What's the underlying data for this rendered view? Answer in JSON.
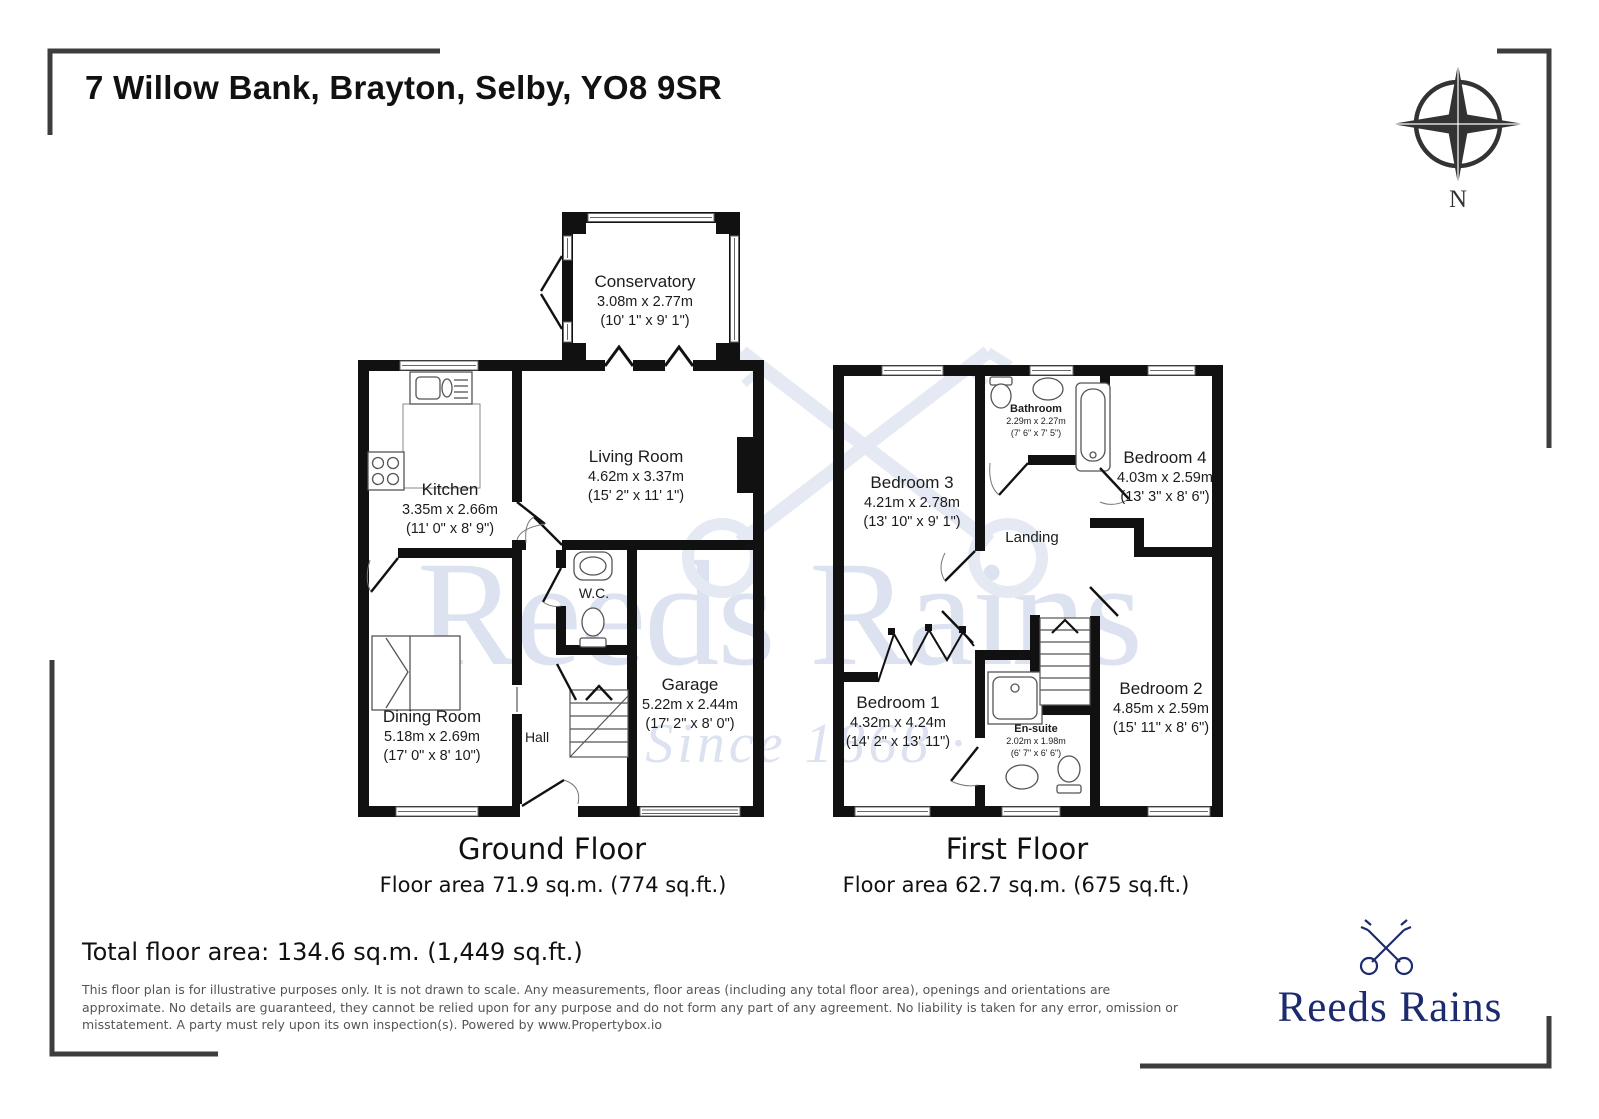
{
  "title": "7 Willow Bank, Brayton, Selby, YO8 9SR",
  "compass": {
    "label": "N"
  },
  "watermark": {
    "line1": "Reeds Rains",
    "line2": "· Since 1868 ·"
  },
  "ground_floor": {
    "title": "Ground Floor",
    "area": "Floor area 71.9 sq.m. (774 sq.ft.)",
    "rooms": [
      {
        "name": "Conservatory",
        "metric": "3.08m x 2.77m",
        "imperial": "(10' 1\" x 9' 1\")"
      },
      {
        "name": "Living Room",
        "metric": "4.62m x 3.37m",
        "imperial": "(15' 2\" x 11' 1\")"
      },
      {
        "name": "Kitchen",
        "metric": "3.35m x 2.66m",
        "imperial": "(11' 0\" x 8' 9\")"
      },
      {
        "name": "W.C."
      },
      {
        "name": "Garage",
        "metric": "5.22m x 2.44m",
        "imperial": "(17' 2\" x 8' 0\")"
      },
      {
        "name": "Dining Room",
        "metric": "5.18m x 2.69m",
        "imperial": "(17' 0\" x 8' 10\")"
      },
      {
        "name": "Hall"
      }
    ]
  },
  "first_floor": {
    "title": "First Floor",
    "area": "Floor area 62.7 sq.m. (675 sq.ft.)",
    "rooms": [
      {
        "name": "Bedroom 3",
        "metric": "4.21m x 2.78m",
        "imperial": "(13' 10\" x 9' 1\")"
      },
      {
        "name": "Bathroom",
        "metric": "2.29m x 2.27m",
        "imperial": "(7' 6\" x 7' 5\")"
      },
      {
        "name": "Bedroom 4",
        "metric": "4.03m x 2.59m",
        "imperial": "(13' 3\" x 8' 6\")"
      },
      {
        "name": "Landing"
      },
      {
        "name": "Bedroom 1",
        "metric": "4.32m x 4.24m",
        "imperial": "(14' 2\" x 13' 11\")"
      },
      {
        "name": "En-suite",
        "metric": "2.02m x 1.98m",
        "imperial": "(6' 7\" x 6' 6\")"
      },
      {
        "name": "Bedroom 2",
        "metric": "4.85m x 2.59m",
        "imperial": "(15' 11\" x 8' 6\")"
      }
    ]
  },
  "footer": {
    "total": "Total floor area: 134.6 sq.m. (1,449 sq.ft.)",
    "disclaimer_lines": [
      "This floor plan is for illustrative purposes only. It is not drawn to scale. Any measurements, floor areas (including any total floor area), openings and orientations are",
      "approximate. No details are guaranteed, they cannot be relied upon for any purpose and do not form any part of any agreement. No liability is taken for any error, omission or",
      "misstatement. A party must rely upon its own inspection(s). Powered by www.Propertybox.io"
    ]
  },
  "logo": {
    "name": "Reeds Rains"
  },
  "colors": {
    "wall": "#111111",
    "watermark": "#dce2ef",
    "logo_navy": "#1b2b6e",
    "bracket": "#3d3d3d",
    "compass": "#333333",
    "disclaimer_text": "#555555"
  }
}
